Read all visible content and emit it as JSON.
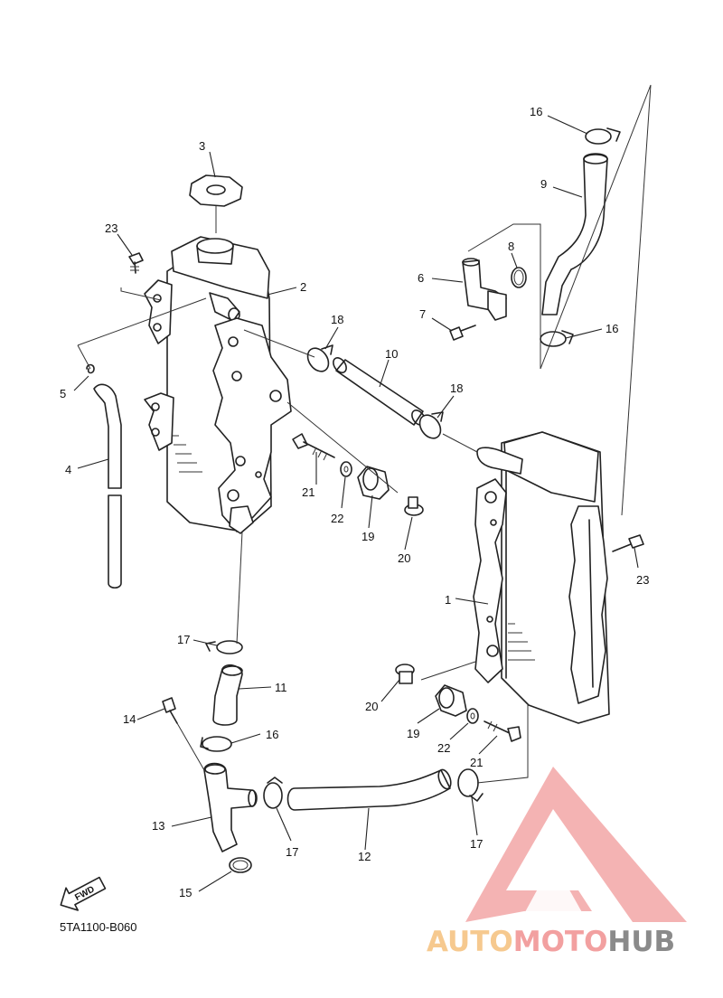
{
  "diagram_code": "5TA1100-B060",
  "fwd_label": "FWD",
  "callouts": {
    "c1": "1",
    "c2": "2",
    "c3": "3",
    "c4": "4",
    "c5": "5",
    "c6": "6",
    "c7": "7",
    "c8": "8",
    "c9": "9",
    "c10": "10",
    "c11": "11",
    "c12": "12",
    "c13": "13",
    "c14": "14",
    "c15": "15",
    "c16a": "16",
    "c16b": "16",
    "c16c": "16",
    "c17a": "17",
    "c17b": "17",
    "c17c": "17",
    "c18a": "18",
    "c18b": "18",
    "c19a": "19",
    "c19b": "19",
    "c20a": "20",
    "c20b": "20",
    "c21a": "21",
    "c21b": "21",
    "c22a": "22",
    "c22b": "22",
    "c23a": "23",
    "c23b": "23"
  },
  "watermark": {
    "part1": "AUTO",
    "part2": "MOTO",
    "part3": "HUB",
    "color_auto": "#f6c98f",
    "color_moto": "#f2a0a0",
    "color_hub": "#8a8a8a",
    "triangle_color": "#f2a6a6"
  }
}
